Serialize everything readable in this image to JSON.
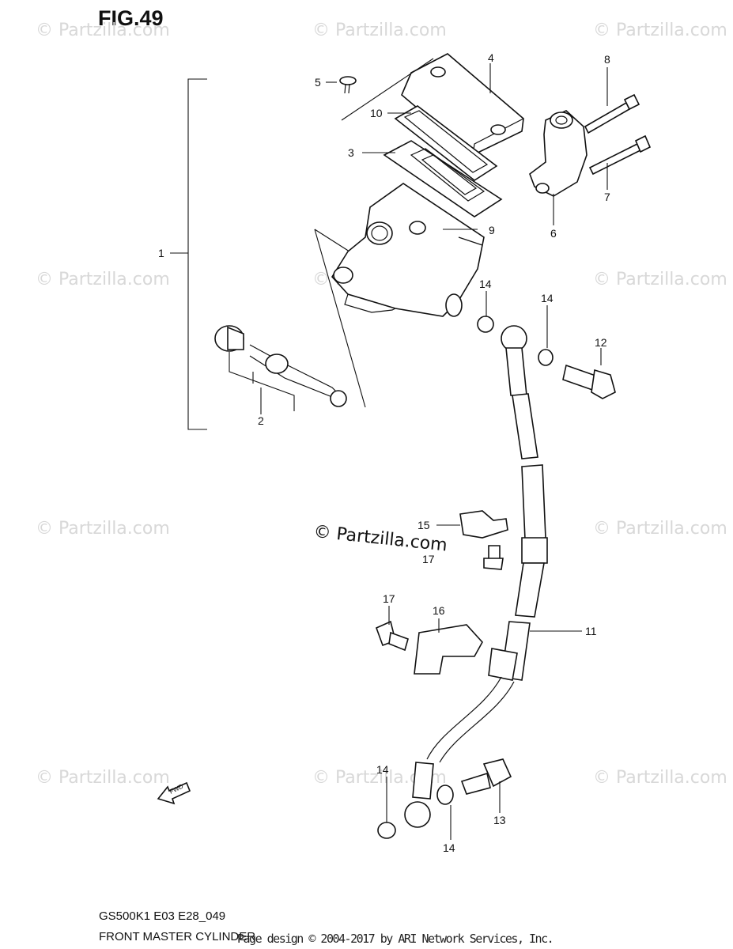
{
  "figure": {
    "title": "FIG.49",
    "code": "GS500K1 E03 E28_049",
    "name": "FRONT MASTER CYLINDER"
  },
  "copyright": "Page design © 2004-2017 by ARI Network Services, Inc.",
  "watermark": {
    "text": "© Partzilla.com",
    "big_text": "© Partzilla.com"
  },
  "fwd_label": "FWD",
  "callouts": [
    {
      "id": "c1",
      "label": "1"
    },
    {
      "id": "c2",
      "label": "2"
    },
    {
      "id": "c3",
      "label": "3"
    },
    {
      "id": "c4",
      "label": "4"
    },
    {
      "id": "c5",
      "label": "5"
    },
    {
      "id": "c6",
      "label": "6"
    },
    {
      "id": "c7",
      "label": "7"
    },
    {
      "id": "c8",
      "label": "8"
    },
    {
      "id": "c9",
      "label": "9"
    },
    {
      "id": "c10",
      "label": "10"
    },
    {
      "id": "c11",
      "label": "11"
    },
    {
      "id": "c12",
      "label": "12"
    },
    {
      "id": "c13",
      "label": "13"
    },
    {
      "id": "c14a",
      "label": "14"
    },
    {
      "id": "c14b",
      "label": "14"
    },
    {
      "id": "c14c",
      "label": "14"
    },
    {
      "id": "c14d",
      "label": "14"
    },
    {
      "id": "c15",
      "label": "15"
    },
    {
      "id": "c16",
      "label": "16"
    },
    {
      "id": "c17a",
      "label": "17"
    },
    {
      "id": "c17b",
      "label": "17"
    }
  ]
}
